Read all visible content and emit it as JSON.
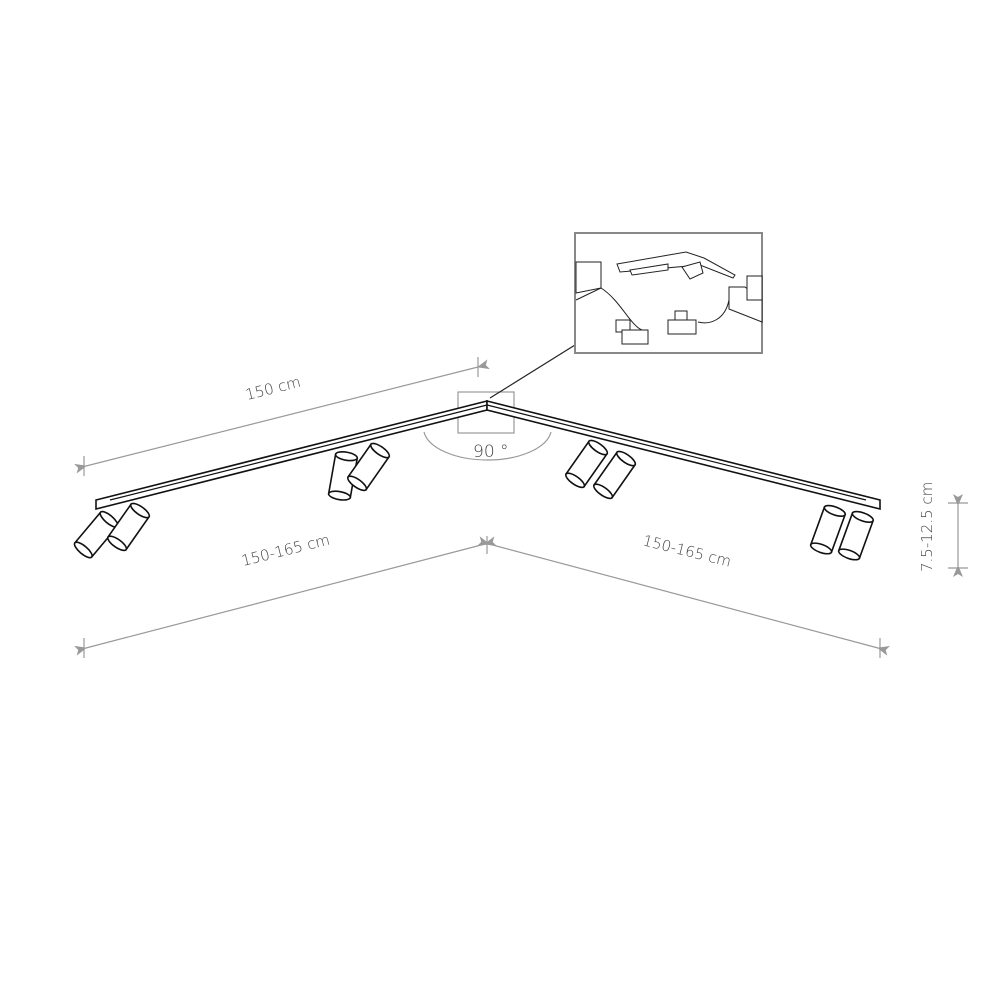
{
  "diagram": {
    "title": "Corner ceiling track light dimensions",
    "labels": {
      "top_length": "150 cm",
      "angle": "90 °",
      "left_span": "150-165 cm",
      "right_span": "150-165 cm",
      "height": "7.5-12.5 cm"
    },
    "inset": {
      "name": "corner-connector-detail"
    },
    "spotlight_count": 8,
    "colors": {
      "line": "#111111",
      "dimension": "#999999",
      "text": "#444444"
    }
  }
}
